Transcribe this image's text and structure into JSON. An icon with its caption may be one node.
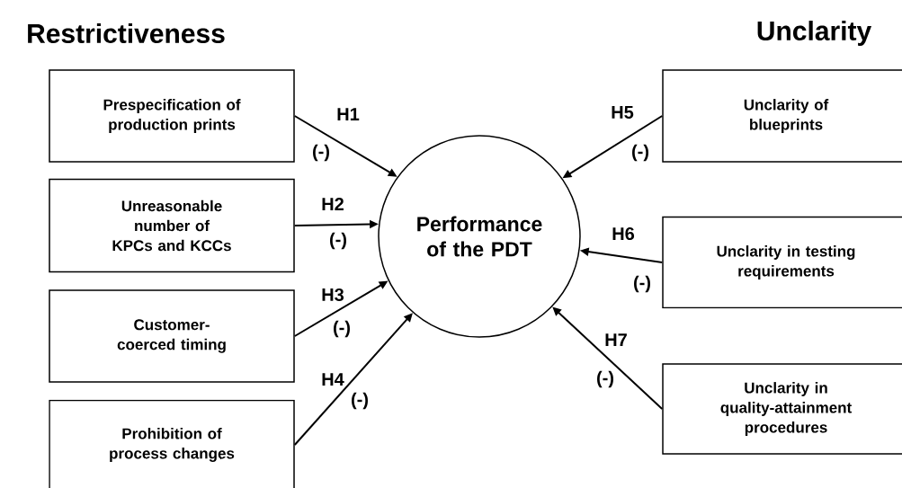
{
  "diagram": {
    "nodes": [
      {
        "text": [
          "Prespecification of production prints"
        ]
      },
      {
        "text": [
          "Unreasonable number of KPCs and KCCs"
        ]
      },
      {
        "text": [
          "Customer-coerced timing"
        ]
      },
      {
        "text": [
          "Prohibition of process changes"
        ]
      },
      {
        "text": [
          "Performance of the PDT"
        ]
      },
      {
        "text": [
          "Unclarity of blueprints"
        ]
      },
      {
        "text": [
          "Unclarity in testing requirements"
        ]
      },
      {
        "text": [
          "Unclarity in quality-attainment procedures"
        ]
      }
    ],
    "edges": [
      {
        "from": 0,
        "to": 4,
        "arrow": "to",
        "label": "H1"
      },
      {
        "from": 1,
        "to": 4,
        "arrow": "to",
        "label": "H2"
      },
      {
        "from": 2,
        "to": 4,
        "arrow": "to",
        "label": "H3"
      },
      {
        "from": 3,
        "to": 4,
        "arrow": "to",
        "label": "H4"
      },
      {
        "from": 5,
        "to": 4,
        "arrow": "to",
        "label": "H5"
      },
      {
        "from": 6,
        "to": 4,
        "arrow": "to",
        "label": "H6"
      },
      {
        "from": 7,
        "to": 4,
        "arrow": "to",
        "label": "H7"
      }
    ],
    "labels": [
      "Restrictiveness",
      "Unclarity",
      "(-)",
      "(-)",
      "(-)",
      "(-)",
      "(-)",
      "(-)",
      "(-)"
    ]
  }
}
